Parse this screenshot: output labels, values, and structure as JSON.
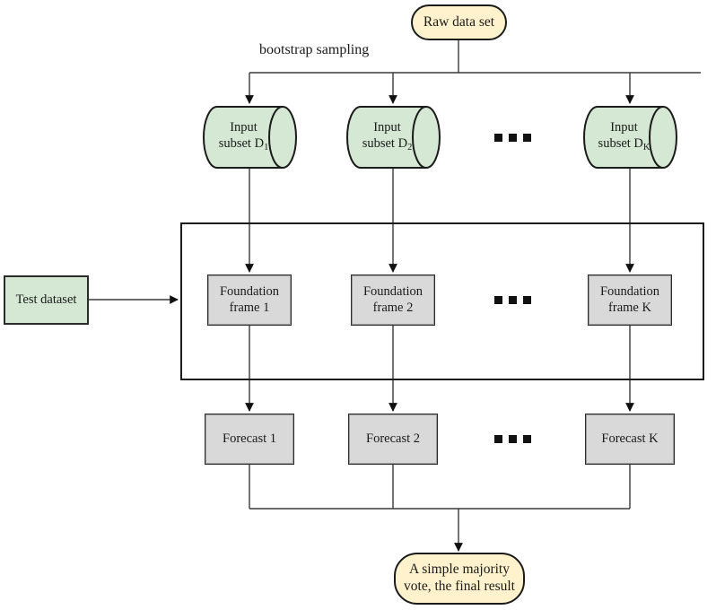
{
  "diagram": {
    "title_caption": "bootstrap sampling",
    "colors": {
      "terminator_fill": "#fff2cc",
      "process_fill": "#d9d9d9",
      "data_fill": "#d5e8d4",
      "stroke": "#1b1b1b",
      "edge": "#3a3a3a"
    },
    "nodes": {
      "raw_data": {
        "label": "Raw data set",
        "shape": "terminator"
      },
      "test_dataset": {
        "label": "Test dataset",
        "shape": "rectangle"
      },
      "final_result": {
        "label_line1": "A simple majority",
        "label_line2": "vote, the final result",
        "shape": "terminator"
      },
      "input_subsets": [
        {
          "label_line1": "Input",
          "label_line2_pre": "subset D",
          "label_line2_sub": "1"
        },
        {
          "label_line1": "Input",
          "label_line2_pre": "subset D",
          "label_line2_sub": "2"
        },
        {
          "label_line1": "Input",
          "label_line2_pre": "subset D",
          "label_line2_sub": "K"
        }
      ],
      "foundation_frames": [
        {
          "label_line1": "Foundation",
          "label_line2": "frame 1"
        },
        {
          "label_line1": "Foundation",
          "label_line2": "frame 2"
        },
        {
          "label_line1": "Foundation",
          "label_line2": "frame K"
        }
      ],
      "forecasts": [
        {
          "label": "Forecast 1"
        },
        {
          "label": "Forecast 2"
        },
        {
          "label": "Forecast K"
        }
      ]
    },
    "ellipses": {
      "subset_row": "...",
      "frame_row": "...",
      "forecast_row": "..."
    }
  }
}
